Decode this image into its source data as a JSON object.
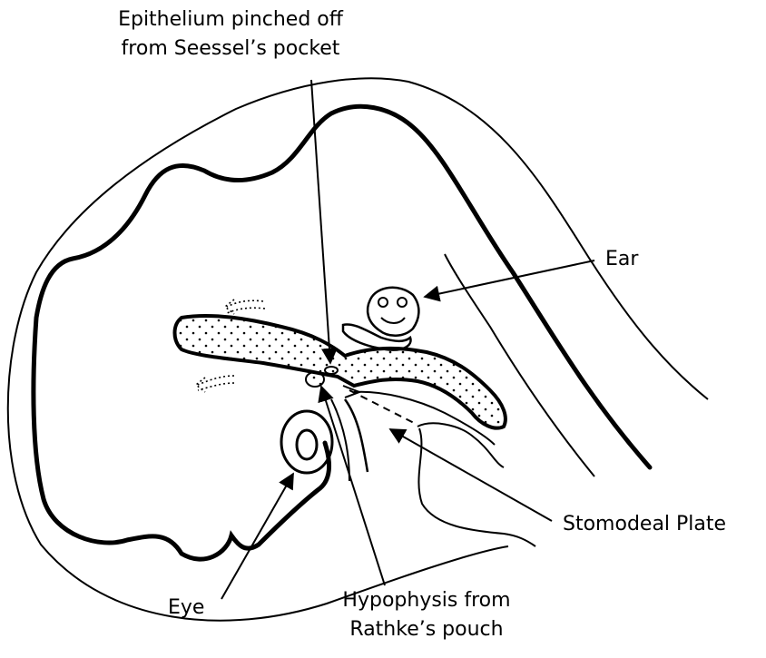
{
  "labels": {
    "seessel_line1": "Epithelium pinched off",
    "seessel_line2": "from Seessel’s pocket",
    "ear": "Ear",
    "stomodeal": "Stomodeal Plate",
    "eye": "Eye",
    "hypophysis_line1": "Hypophysis from",
    "hypophysis_line2": "Rathke’s pouch"
  },
  "colors": {
    "ink": "#000000",
    "background": "#ffffff"
  }
}
